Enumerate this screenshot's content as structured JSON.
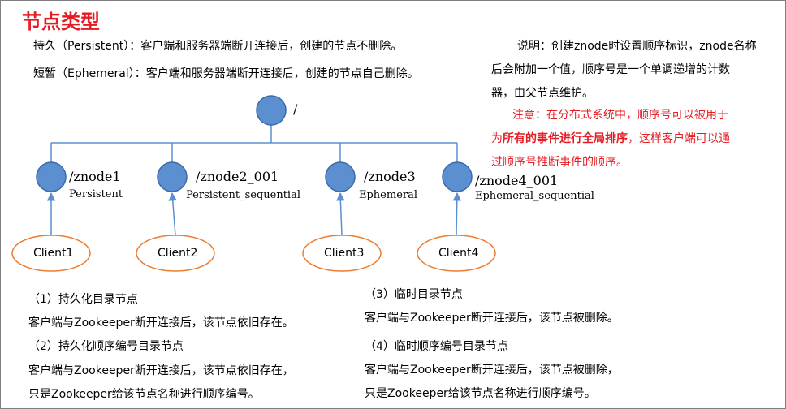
{
  "title": "节点类型",
  "intro": {
    "persistent": "持久（Persistent）：客户端和服务器端断开连接后，创建的节点不删除。",
    "ephemeral": "短暂（Ephemeral）：客户端和服务器端断开连接后，创建的节点自己删除。"
  },
  "note": {
    "line1": "说明：创建znode时设置顺序标识，znode名称",
    "line2": "后会附加一个值，顺序号是一个单调递增的计数",
    "line3": "器，由父节点维护。",
    "attn1": "注意：在分布式系统中，顺序号可以被用于",
    "attn2_pre": "为",
    "attn2_bold": "所有的事件进行全局排序",
    "attn2_post": "，这样客户端可以通",
    "attn3": "过顺序号推断事件的顺序。"
  },
  "tree": {
    "root_label": "/",
    "nodes": [
      {
        "name": "/znode1",
        "type": "Persistent",
        "client": "Client1"
      },
      {
        "name": "/znode2_001",
        "type": "Persistent_sequential",
        "client": "Client2"
      },
      {
        "name": "/znode3",
        "type": "Ephemeral",
        "client": "Client3"
      },
      {
        "name": "/znode4_001",
        "type": "Ephemeral_sequential",
        "client": "Client4"
      }
    ]
  },
  "types": [
    {
      "heading": "（1）持久化目录节点",
      "lines": [
        "客户端与Zookeeper断开连接后，该节点依旧存在。"
      ]
    },
    {
      "heading": "（2）持久化顺序编号目录节点",
      "lines": [
        "客户端与Zookeeper断开连接后，该节点依旧存在，",
        "只是Zookeeper给该节点名称进行顺序编号。"
      ]
    },
    {
      "heading": "（3）临时目录节点",
      "lines": [
        "客户端与Zookeeper断开连接后，该节点被删除。"
      ]
    },
    {
      "heading": "（4）临时顺序编号目录节点",
      "lines": [
        "客户端与Zookeeper断开连接后，该节点被删除，",
        "只是Zookeeper给该节点名称进行顺序编号。"
      ]
    }
  ],
  "colors": {
    "title": "#e61b23",
    "node_fill": "#5b8fd0",
    "node_stroke": "#3a6aa8",
    "tree_line": "#5b8fd0",
    "client_stroke": "#ed7d31",
    "attention": "#e61b23"
  }
}
